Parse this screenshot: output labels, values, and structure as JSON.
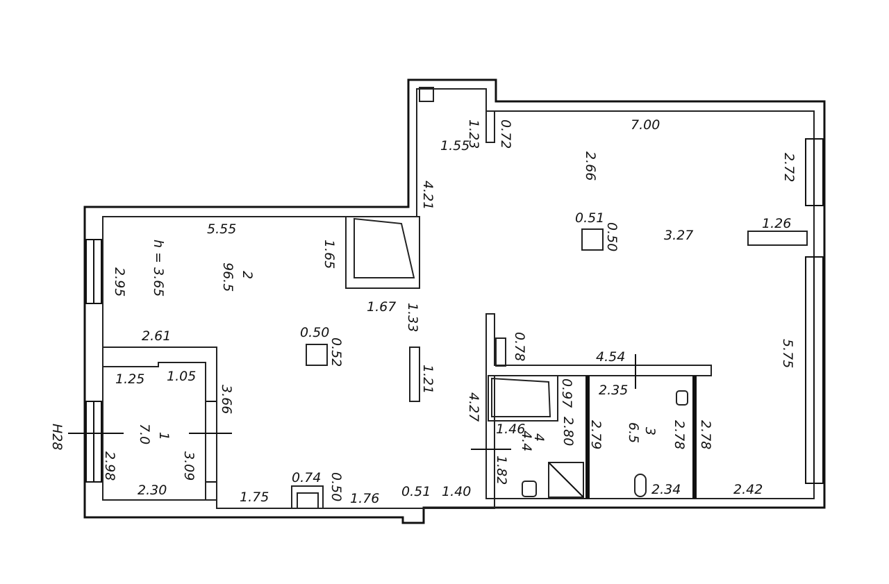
{
  "title": "Apartment floor plan",
  "room_numbers": {
    "r1": "1",
    "r2": "2",
    "r3": "3",
    "r4": "4"
  },
  "room_areas": {
    "r1": "7.0",
    "r2": "96.5",
    "r3": "6.5",
    "r4": "4.4"
  },
  "ceiling_height": "h = 3.65",
  "section_mark": "H28",
  "dimensions": {
    "d_123": "1.23",
    "d_072": "0.72",
    "d_155": "1.55",
    "d_700": "7.00",
    "d_266": "2.66",
    "d_272": "2.72",
    "d_421": "4.21",
    "d_051a": "0.51",
    "d_050a": "0.50",
    "d_327": "3.27",
    "d_126": "1.26",
    "d_555": "5.55",
    "d_165": "1.65",
    "d_295": "2.95",
    "d_167": "1.67",
    "d_133": "1.33",
    "d_050b": "0.50",
    "d_052": "0.52",
    "d_121": "1.21",
    "d_261": "2.61",
    "d_125": "1.25",
    "d_105": "1.05",
    "d_366": "3.66",
    "d_298": "2.98",
    "d_309": "3.09",
    "d_230": "2.30",
    "d_175": "1.75",
    "d_074": "0.74",
    "d_050c": "0.50",
    "d_176": "1.76",
    "d_051b": "0.51",
    "d_140": "1.40",
    "d_078": "0.78",
    "d_454": "4.54",
    "d_575": "5.75",
    "d_235": "2.35",
    "d_097": "0.97",
    "d_427": "4.27",
    "d_146": "1.46",
    "d_280": "2.80",
    "d_279": "2.79",
    "d_278a": "2.78",
    "d_278b": "2.78",
    "d_182": "1.82",
    "d_234": "2.34",
    "d_242": "2.42"
  }
}
